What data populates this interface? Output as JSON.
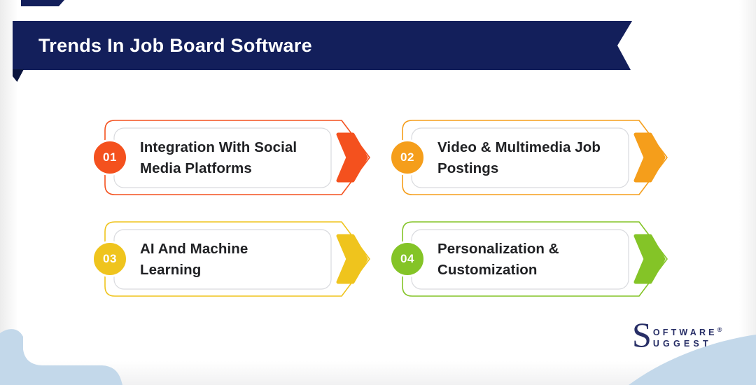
{
  "banner": {
    "title": "Trends In Job Board Software"
  },
  "items": [
    {
      "number": "01",
      "lines": [
        "Integration With Social",
        "Media Platforms"
      ],
      "color": "#F4511E"
    },
    {
      "number": "02",
      "lines": [
        "Video & Multimedia Job",
        "Postings"
      ],
      "color": "#F59E1B"
    },
    {
      "number": "03",
      "lines": [
        "AI And Machine",
        "Learning"
      ],
      "color": "#EFC41D"
    },
    {
      "number": "04",
      "lines": [
        "Personalization &",
        "Customization"
      ],
      "color": "#84C427"
    }
  ],
  "logo": {
    "s": "S",
    "top": "OFTWARE",
    "bottom": "UGGEST",
    "reg": "®"
  },
  "colors": {
    "banner": "#131F5B",
    "banner_fold": "#0A143D",
    "top_chip": "#131F5B",
    "blue": "#C3D8EA",
    "logo": "#272E66",
    "text": "#202124",
    "card_border": "#D9DADE",
    "page_bg": "#FFFFFF"
  }
}
